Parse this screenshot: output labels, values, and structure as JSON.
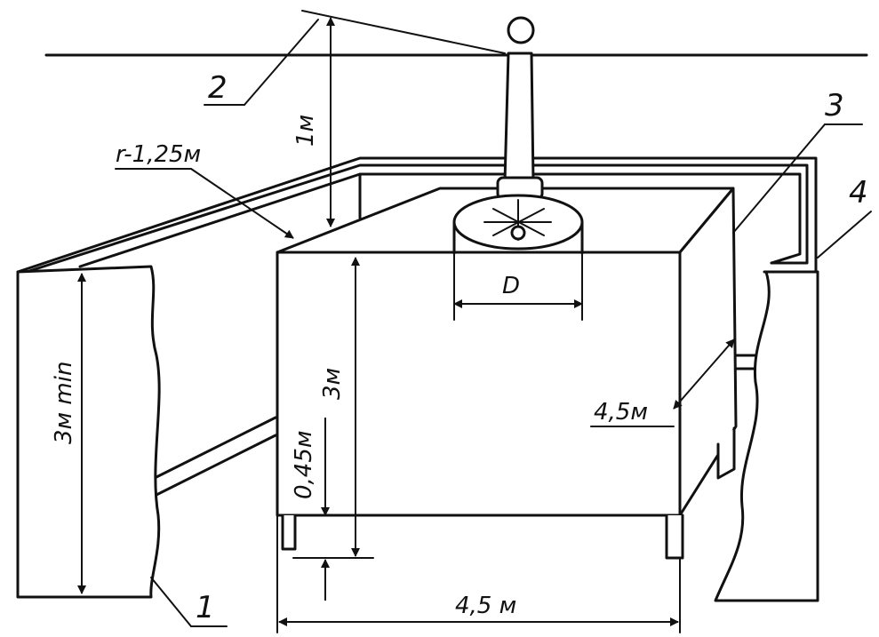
{
  "labels": {
    "callout_1": "1",
    "callout_2": "2",
    "callout_3": "3",
    "callout_4": "4",
    "dim_height_1m": "1м",
    "dim_gap": "r-1,25м",
    "dim_wall_height": "3м min",
    "dim_box_height": "3м",
    "dim_leg_height": "0,45м",
    "dim_diameter": "D",
    "dim_depth": "4,5м",
    "dim_width": "4,5 м"
  }
}
